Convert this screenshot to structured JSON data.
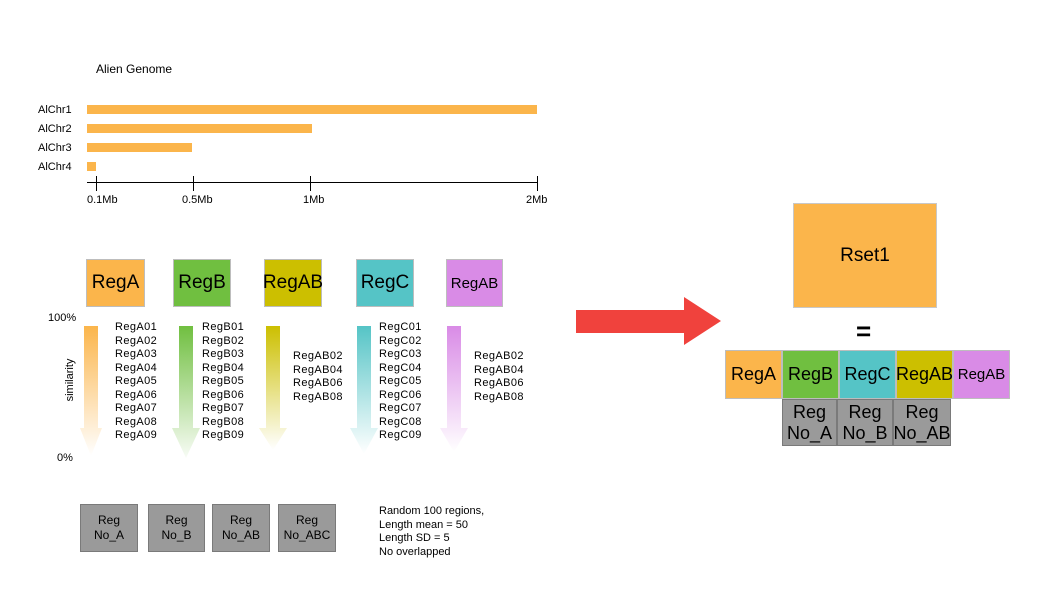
{
  "genome": {
    "title": "Alien Genome",
    "chromosomes": [
      {
        "name": "AlChr1",
        "length_mb": 2.0
      },
      {
        "name": "AlChr2",
        "length_mb": 1.0
      },
      {
        "name": "AlChr3",
        "length_mb": 0.45
      },
      {
        "name": "AlChr4",
        "length_mb": 0.04
      }
    ],
    "ticks": [
      "0.1Mb",
      "0.5Mb",
      "1Mb",
      "2Mb"
    ],
    "bar_color": "#fbb54b"
  },
  "regions": {
    "similarity_label": "similarity",
    "pct_top": "100%",
    "pct_bottom": "0%",
    "sets": [
      {
        "label": "RegA",
        "color": "#fbb54b",
        "items": [
          "RegA01",
          "RegA02",
          "RegA03",
          "RegA04",
          "RegA05",
          "RegA06",
          "RegA07",
          "RegA08",
          "RegA09"
        ]
      },
      {
        "label": "RegB",
        "color": "#70bf40",
        "items": [
          "RegB01",
          "RegB02",
          "RegB03",
          "RegB04",
          "RegB05",
          "RegB06",
          "RegB07",
          "RegB08",
          "RegB09"
        ]
      },
      {
        "label": "RegAB",
        "color": "#ccbf00",
        "items": [
          "RegAB02",
          "RegAB04",
          "RegAB06",
          "RegAB08"
        ]
      },
      {
        "label": "RegC",
        "color": "#55c4c6",
        "items": [
          "RegC01",
          "RegC02",
          "RegC03",
          "RegC04",
          "RegC05",
          "RegC06",
          "RegC07",
          "RegC08",
          "RegC09"
        ]
      },
      {
        "label": "RegAB",
        "color": "#d98be6",
        "items": [
          "RegAB02",
          "RegAB04",
          "RegAB06",
          "RegAB08"
        ]
      }
    ]
  },
  "no_regions": [
    {
      "line1": "Reg",
      "line2": "No_A"
    },
    {
      "line1": "Reg",
      "line2": "No_B"
    },
    {
      "line1": "Reg",
      "line2": "No_AB"
    },
    {
      "line1": "Reg",
      "line2": "No_ABC"
    }
  ],
  "note": [
    "Random 100 regions,",
    "Length mean = 50",
    "Length SD = 5",
    "No overlapped"
  ],
  "arrow_color": "#f0423d",
  "rset": {
    "title": "Rset1",
    "equals": "=",
    "cells": [
      {
        "label": "RegA",
        "color": "#fbb54b"
      },
      {
        "label": "RegB",
        "color": "#70bf40"
      },
      {
        "label": "RegC",
        "color": "#55c4c6"
      },
      {
        "label": "RegAB",
        "color": "#ccbf00"
      },
      {
        "label": "RegAB",
        "color": "#d98be6"
      }
    ],
    "no_regions": [
      {
        "line1": "Reg",
        "line2": "No_A"
      },
      {
        "line1": "Reg",
        "line2": "No_B"
      },
      {
        "line1": "Reg",
        "line2": "No_AB"
      }
    ]
  }
}
